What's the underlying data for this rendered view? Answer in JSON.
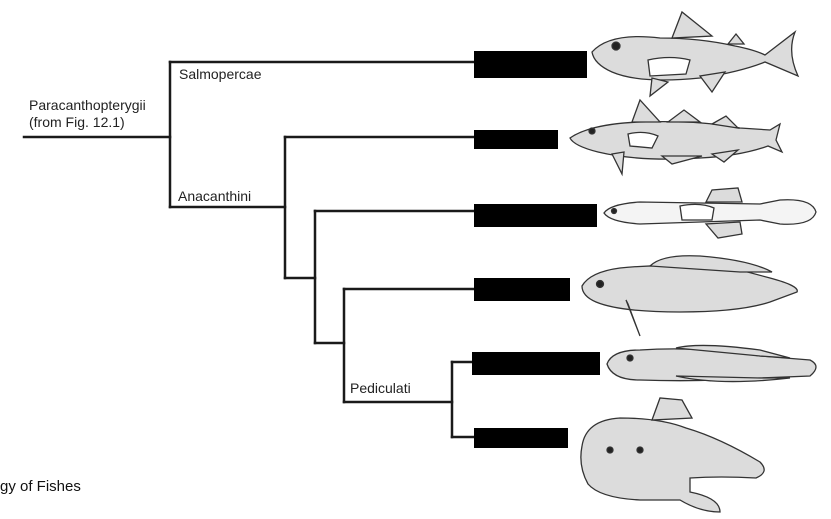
{
  "diagram": {
    "root_label_line1": "Paracanthopterygii",
    "root_label_line2": "(from Fig. 12.1)",
    "clade_labels": {
      "salmopercae": "Salmopercae",
      "anacanthini": "Anacanthini",
      "pediculati": "Pediculati"
    },
    "caption": "gy of Fishes",
    "colors": {
      "line": "#1a1a1a",
      "redaction": "#000000",
      "fish_fill": "#dcdcdc",
      "fish_stroke": "#333333"
    },
    "terminal_taxa": [
      {
        "icon": "trout-perch-icon",
        "label_redacted": true
      },
      {
        "icon": "cod-icon",
        "label_redacted": true
      },
      {
        "icon": "cusk-eel-icon",
        "label_redacted": true
      },
      {
        "icon": "eelpout-icon",
        "label_redacted": true
      },
      {
        "icon": "toadfish-icon",
        "label_redacted": true
      },
      {
        "icon": "anglerfish-icon",
        "label_redacted": true
      }
    ]
  }
}
